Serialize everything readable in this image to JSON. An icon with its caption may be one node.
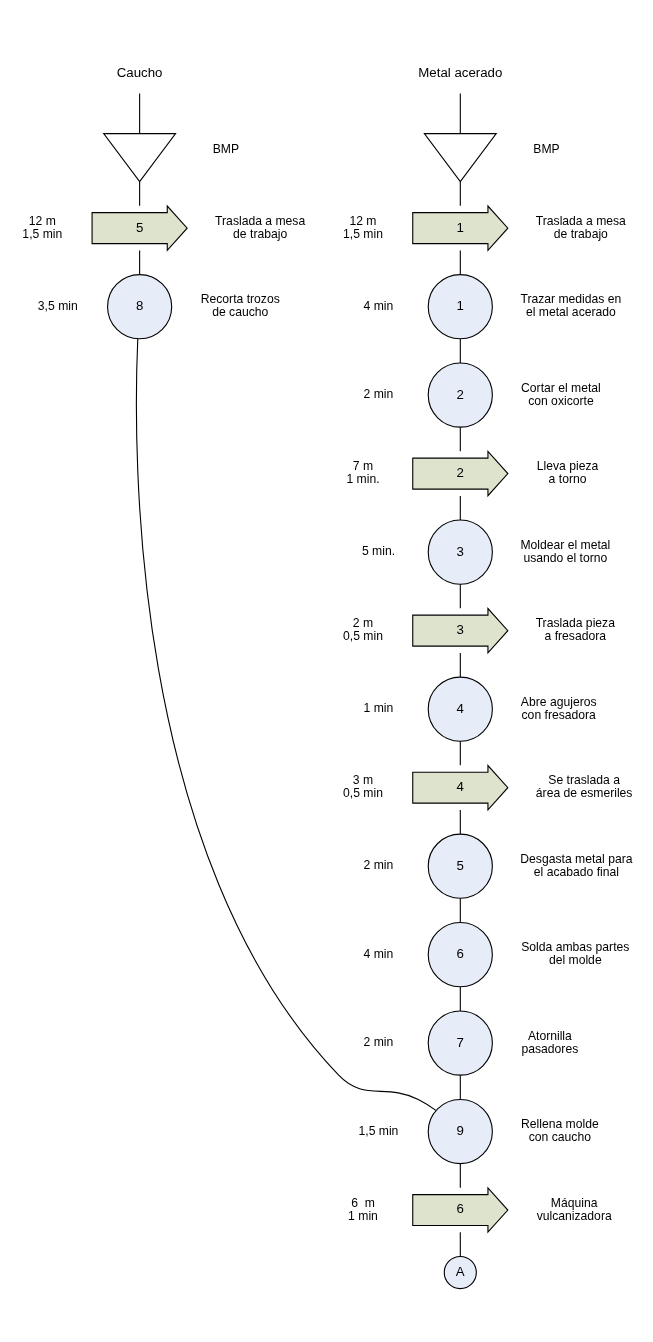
{
  "diagram": {
    "nodes": [
      {
        "text": [
          "Caucho"
        ]
      },
      {
        "text": [],
        "shape": "triangle",
        "beside": [
          "BMP"
        ]
      },
      {
        "text": [
          "5"
        ],
        "beside": [
          "12 m",
          "1,5 min",
          "Traslada a mesa de trabajo"
        ]
      },
      {
        "text": [
          "8"
        ],
        "beside": [
          "3,5 min",
          "Recorta trozos de caucho"
        ]
      },
      {
        "text": [
          "Metal acerado"
        ]
      },
      {
        "text": [],
        "shape": "triangle",
        "beside": [
          "BMP"
        ]
      },
      {
        "text": [
          "1"
        ],
        "beside": [
          "12 m",
          "1,5 min",
          "Traslada a mesa de trabajo"
        ]
      },
      {
        "text": [
          "1"
        ],
        "beside": [
          "4 min",
          "Trazar medidas en el metal acerado"
        ]
      },
      {
        "text": [
          "2"
        ],
        "beside": [
          "2 min",
          "Cortar el metal con oxicorte"
        ]
      },
      {
        "text": [
          "2"
        ],
        "beside": [
          "7 m",
          "1 min.",
          "Lleva pieza a torno"
        ]
      },
      {
        "text": [
          "3"
        ],
        "beside": [
          "5 min.",
          "Moldear el metal usando el torno"
        ]
      },
      {
        "text": [
          "3"
        ],
        "beside": [
          "2 m",
          "0,5 min",
          "Traslada pieza a fresadora"
        ]
      },
      {
        "text": [
          "4"
        ],
        "beside": [
          "1 min",
          "Abre agujeros con fresadora"
        ]
      },
      {
        "text": [
          "4"
        ],
        "beside": [
          "3 m",
          "0,5 min",
          "Se traslada a área de esmeriles"
        ]
      },
      {
        "text": [
          "5"
        ],
        "beside": [
          "2 min",
          "Desgasta metal para el acabado final"
        ]
      },
      {
        "text": [
          "6"
        ],
        "beside": [
          "4 min",
          "Solda ambas partes del molde"
        ]
      },
      {
        "text": [
          "7"
        ],
        "beside": [
          "2 min",
          "Atornilla pasadores"
        ]
      },
      {
        "text": [
          "9"
        ],
        "beside": [
          "1,5 min",
          "Rellena molde con caucho"
        ]
      },
      {
        "text": [
          "6"
        ],
        "beside": [
          "6  m",
          "1 min",
          "Máquina vulcanizadora"
        ]
      },
      {
        "text": [
          "A"
        ]
      }
    ],
    "edges": [
      {
        "from": 0,
        "to": 1,
        "arrow": "none"
      },
      {
        "from": 1,
        "to": 2,
        "arrow": "none"
      },
      {
        "from": 2,
        "to": 3,
        "arrow": "none"
      },
      {
        "from": 3,
        "to": 17,
        "arrow": "none"
      },
      {
        "from": 4,
        "to": 5,
        "arrow": "none"
      },
      {
        "from": 5,
        "to": 6,
        "arrow": "none"
      },
      {
        "from": 6,
        "to": 7,
        "arrow": "none"
      },
      {
        "from": 7,
        "to": 8,
        "arrow": "none"
      },
      {
        "from": 8,
        "to": 9,
        "arrow": "none"
      },
      {
        "from": 9,
        "to": 10,
        "arrow": "none"
      },
      {
        "from": 10,
        "to": 11,
        "arrow": "none"
      },
      {
        "from": 11,
        "to": 12,
        "arrow": "none"
      },
      {
        "from": 12,
        "to": 13,
        "arrow": "none"
      },
      {
        "from": 13,
        "to": 14,
        "arrow": "none"
      },
      {
        "from": 14,
        "to": 15,
        "arrow": "none"
      },
      {
        "from": 15,
        "to": 16,
        "arrow": "none"
      },
      {
        "from": 16,
        "to": 17,
        "arrow": "none"
      },
      {
        "from": 17,
        "to": 18,
        "arrow": "none"
      },
      {
        "from": 18,
        "to": 19,
        "arrow": "none"
      }
    ]
  }
}
